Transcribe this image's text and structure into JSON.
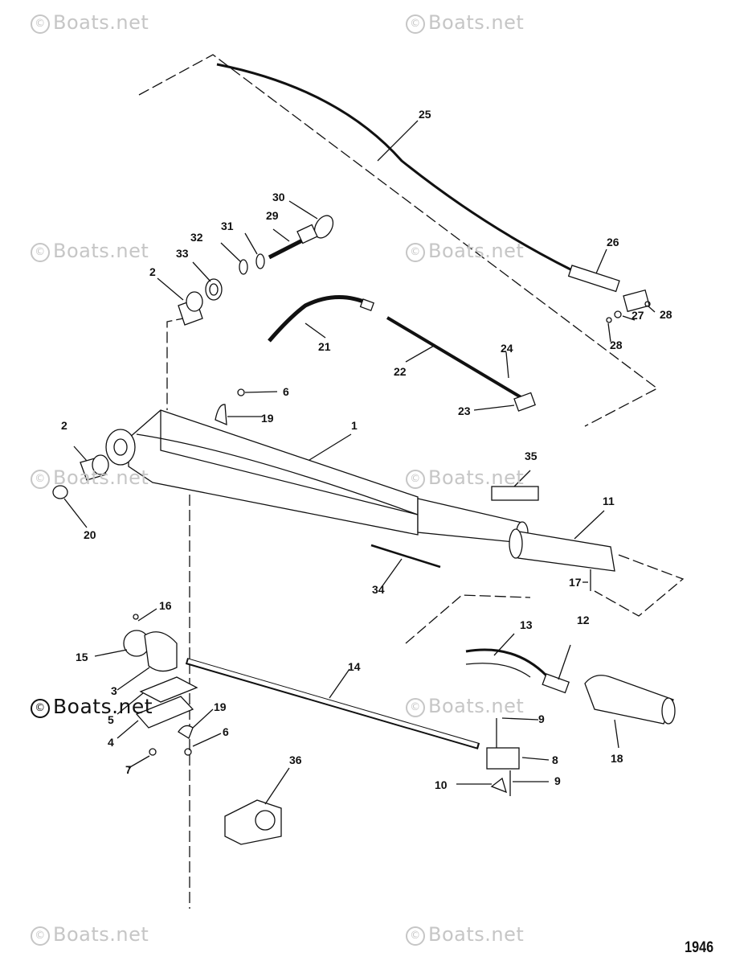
{
  "watermark": {
    "symbol": "©",
    "text": "Boats.net"
  },
  "figure_number": "1946",
  "part_numbers": [
    "1",
    "2",
    "2",
    "3",
    "4",
    "5",
    "6",
    "6",
    "7",
    "8",
    "9",
    "9",
    "10",
    "11",
    "12",
    "13",
    "14",
    "15",
    "16",
    "17",
    "18",
    "19",
    "19",
    "20",
    "21",
    "22",
    "23",
    "24",
    "25",
    "26",
    "27",
    "28",
    "28",
    "29",
    "30",
    "31",
    "32",
    "33",
    "34",
    "35",
    "36"
  ]
}
